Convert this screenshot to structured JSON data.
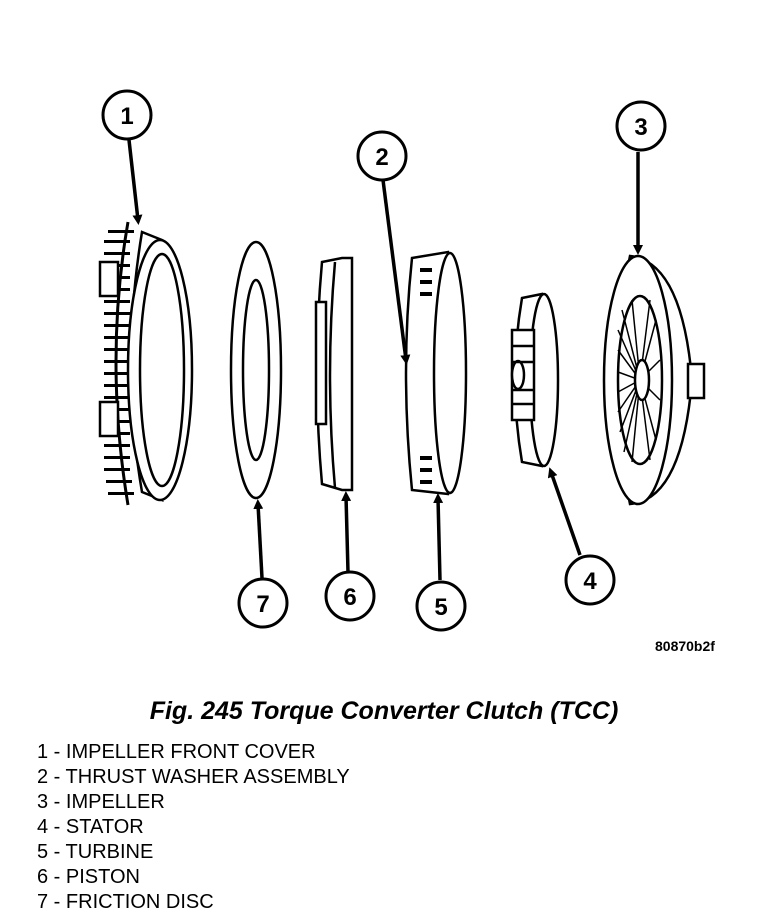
{
  "callouts": [
    "1",
    "2",
    "3",
    "4",
    "5",
    "6",
    "7"
  ],
  "figure_code": "80870b2f",
  "caption": "Fig. 245 Torque Converter Clutch (TCC)",
  "legend": [
    {
      "number": "1",
      "label": "IMPELLER FRONT COVER"
    },
    {
      "number": "2",
      "label": "THRUST WASHER ASSEMBLY"
    },
    {
      "number": "3",
      "label": "IMPELLER"
    },
    {
      "number": "4",
      "label": "STATOR"
    },
    {
      "number": "5",
      "label": "TURBINE"
    },
    {
      "number": "6",
      "label": "PISTON"
    },
    {
      "number": "7",
      "label": "FRICTION DISC"
    }
  ]
}
